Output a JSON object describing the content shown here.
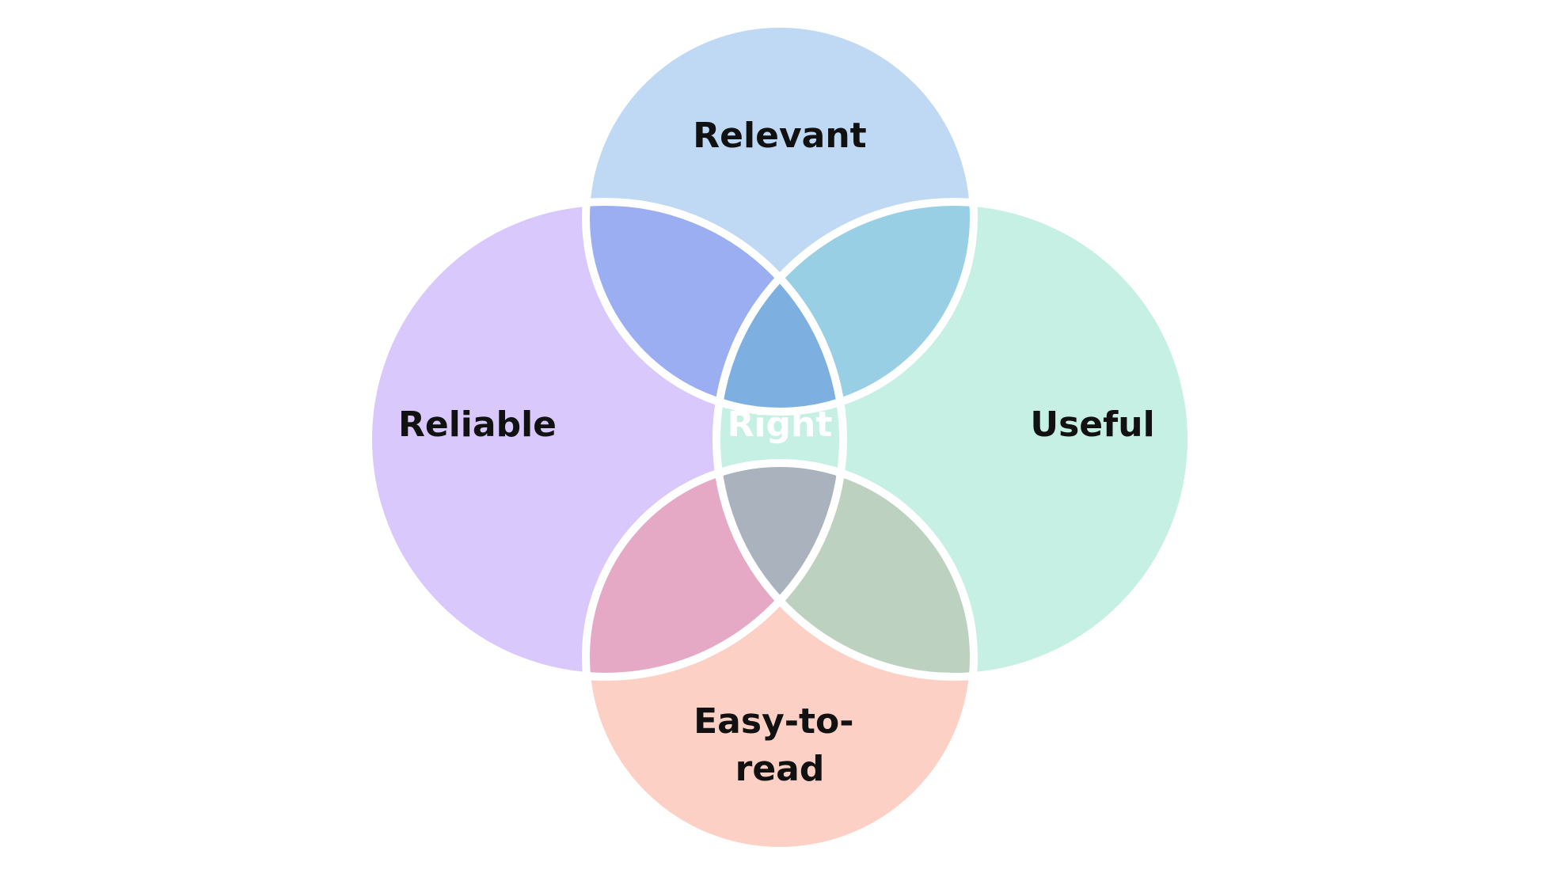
{
  "diagram": {
    "type": "venn",
    "sets": [
      {
        "id": "top",
        "label": "Relevant",
        "color": "#BFD8F3"
      },
      {
        "id": "left",
        "label": "Reliable",
        "color": "#D8C8FC"
      },
      {
        "id": "right",
        "label": "Useful",
        "color": "#C6F0E4"
      },
      {
        "id": "bottom",
        "label": "Easy-to-read",
        "label_lines": [
          "Easy-to-",
          "read"
        ],
        "color": "#FCD0C5"
      }
    ],
    "intersections": [
      {
        "id": "top-left",
        "sets": [
          "top",
          "left"
        ],
        "color": "#9BAEF2"
      },
      {
        "id": "top-right",
        "sets": [
          "top",
          "right"
        ],
        "color": "#99CFE4"
      },
      {
        "id": "bottom-left",
        "sets": [
          "bottom",
          "left"
        ],
        "color": "#E5A9C6"
      },
      {
        "id": "bottom-right",
        "sets": [
          "bottom",
          "right"
        ],
        "color": "#BCD1BF"
      },
      {
        "id": "top-left-right",
        "sets": [
          "top",
          "left",
          "right"
        ],
        "color": "#7DB0E0"
      },
      {
        "id": "bottom-left-right",
        "sets": [
          "bottom",
          "left",
          "right"
        ],
        "color": "#A9B2BD"
      },
      {
        "id": "left-top-bottom",
        "sets": [
          "left",
          "top",
          "bottom"
        ],
        "color": "#A69BC9"
      },
      {
        "id": "right-top-bottom",
        "sets": [
          "right",
          "top",
          "bottom"
        ],
        "color": "#8EB5C3"
      }
    ],
    "center": {
      "sets": [
        "top",
        "left",
        "right",
        "bottom"
      ],
      "label": "Right",
      "color": "#80A3C7"
    },
    "outline_color": "#FFFFFF"
  }
}
